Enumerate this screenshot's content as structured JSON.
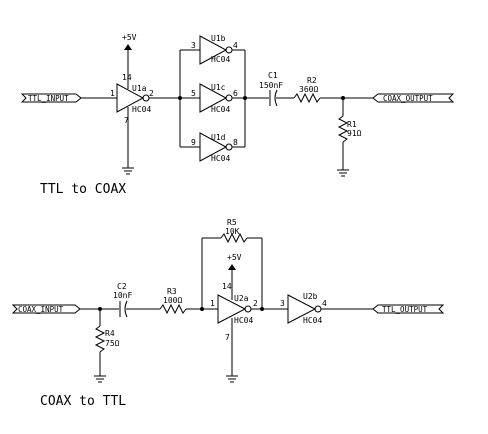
{
  "top": {
    "title": "TTL to COAX",
    "port_in": "TTL_INPUT",
    "port_out": "COAX_OUTPUT",
    "vcc": "+5V",
    "u1a": {
      "name": "U1a",
      "part": "HC04",
      "pin_in": "1",
      "pin_out": "2",
      "pin_vcc": "14",
      "pin_gnd": "7"
    },
    "u1b": {
      "name": "U1b",
      "part": "HC04",
      "pin_in": "3",
      "pin_out": "4"
    },
    "u1c": {
      "name": "U1c",
      "part": "HC04",
      "pin_in": "5",
      "pin_out": "6"
    },
    "u1d": {
      "name": "U1d",
      "part": "HC04",
      "pin_in": "9",
      "pin_out": "8"
    },
    "c1": {
      "name": "C1",
      "value": "150nF"
    },
    "r2": {
      "name": "R2",
      "value": "360Ω"
    },
    "r1": {
      "name": "R1",
      "value": "91Ω"
    }
  },
  "bottom": {
    "title": "COAX to TTL",
    "port_in": "COAX_INPUT",
    "port_out": "TTL_OUTPUT",
    "vcc": "+5V",
    "c2": {
      "name": "C2",
      "value": "10nF"
    },
    "r3": {
      "name": "R3",
      "value": "100Ω"
    },
    "r4": {
      "name": "R4",
      "value": "75Ω"
    },
    "r5": {
      "name": "R5",
      "value": "10K"
    },
    "u2a": {
      "name": "U2a",
      "part": "HC04",
      "pin_in": "1",
      "pin_out": "2",
      "pin_vcc": "14",
      "pin_gnd": "7"
    },
    "u2b": {
      "name": "U2b",
      "part": "HC04",
      "pin_in": "3",
      "pin_out": "4"
    }
  }
}
